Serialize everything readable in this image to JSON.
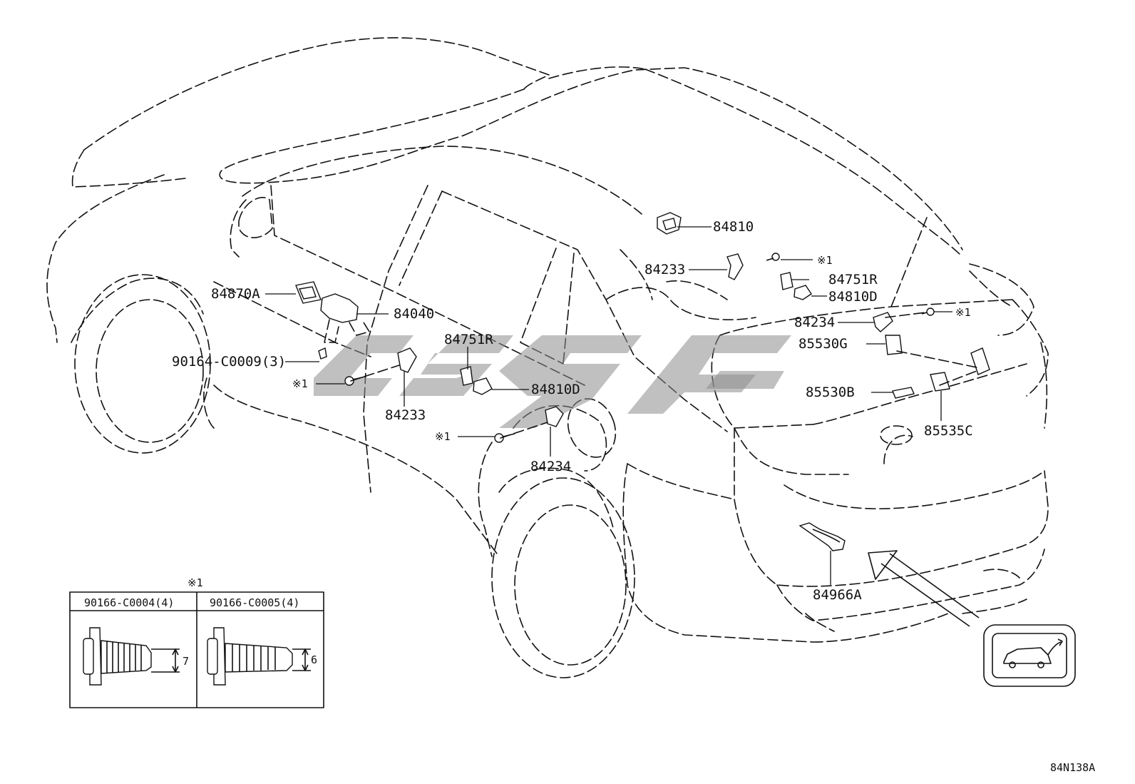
{
  "diagram_code": "84N138A",
  "note_mark": "※1",
  "callouts": {
    "c84810": "84810",
    "c84233_top": "84233",
    "c84751R_top": "84751R",
    "c84810D_top": "84810D",
    "c84234_top": "84234",
    "c85530G": "85530G",
    "c85530B": "85530B",
    "c85535C": "85535C",
    "c84870A": "84870A",
    "c84040": "84040",
    "c90164": "90164-C0009(3)",
    "c84233_mid": "84233",
    "c84751R_mid": "84751R",
    "c84810D_mid": "84810D",
    "c84234_mid": "84234",
    "c84966A": "84966A"
  },
  "note_marks": {
    "m1": "※1",
    "m2": "※1",
    "m3": "※1",
    "m4": "※1"
  },
  "table": {
    "header_mark": "※1",
    "columns": [
      {
        "part": "90166-C0004(4)",
        "dimension": "7"
      },
      {
        "part": "90166-C0005(4)",
        "dimension": "6"
      }
    ]
  },
  "icons": {
    "switch_icon": "rear-hatch-switch-icon"
  }
}
